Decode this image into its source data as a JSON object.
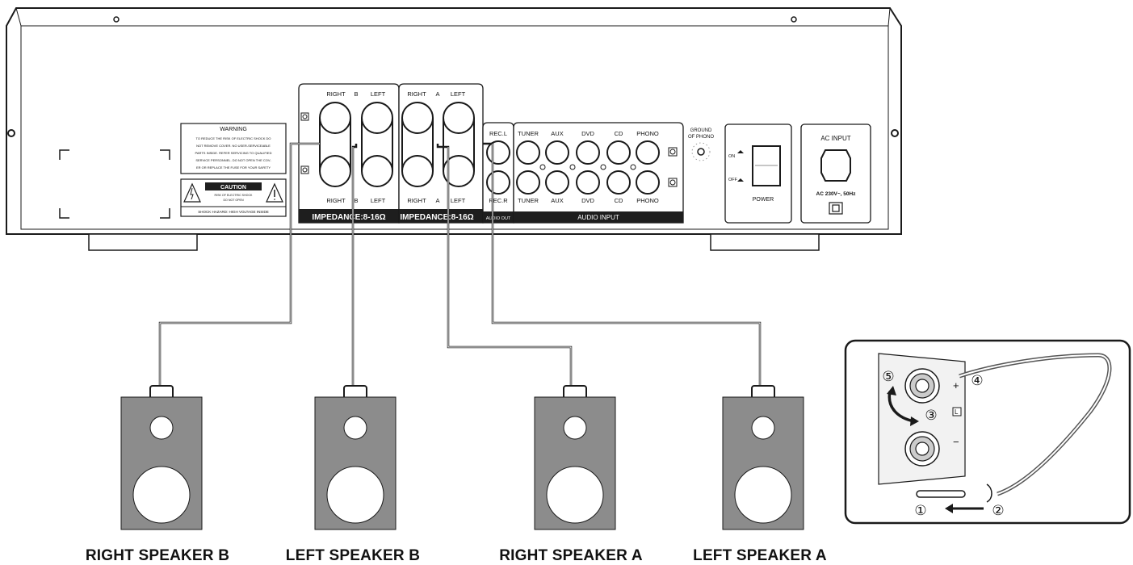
{
  "colors": {
    "line": "#1a1a1a",
    "speaker": "#8c8c8c",
    "band": "#1e1e1e",
    "panel": "#ffffff"
  },
  "warning": {
    "title": "WARNING",
    "lines": [
      "TO REDUCE THE RISK OF ELECTRIC SHOCK DO",
      "NOT REMOVE COVER. NO USER-SERVICEABLE",
      "PARTS INSIDE. REFER SERVICING TO QUALIFIED",
      "SERVICE PERSONNEL. DO NOT OPEN THE COV-",
      "ER OR REPLACE THE FUSE FOR YOUR SAFETY"
    ]
  },
  "caution": {
    "title": "CAUTION",
    "line1": "RISK OF ELECTRIC SHOCK",
    "line2": "DO NOT OPEN",
    "footer": "SHOCK HAZARD: HIGH VOLTAGE INSIDE"
  },
  "speaker_b": {
    "top_right": "RIGHT",
    "top_mid": "B",
    "top_left": "LEFT",
    "bot_right": "RIGHT",
    "bot_mid": "B",
    "bot_left": "LEFT",
    "impedance": "IMPEDANCE:8-16Ω"
  },
  "speaker_a": {
    "top_right": "RIGHT",
    "top_mid": "A",
    "top_left": "LEFT",
    "bot_right": "RIGHT",
    "bot_mid": "A",
    "bot_left": "LEFT",
    "impedance": "IMPEDANCE:8-16Ω"
  },
  "audio_out": {
    "rec_l": "REC.L",
    "rec_r": "REC.R",
    "label": "AUDIO OUT"
  },
  "audio_input": {
    "labels": [
      "TUNER",
      "AUX",
      "DVD",
      "CD",
      "PHONO"
    ],
    "label": "AUDIO INPUT"
  },
  "ground": {
    "line1": "GROUND",
    "line2": "OF PHONO"
  },
  "power": {
    "on": "ON",
    "off": "OFF",
    "label": "POWER"
  },
  "ac": {
    "title": "AC INPUT",
    "rating": "AC 230V~, 50Hz"
  },
  "speakers": [
    {
      "label": "RIGHT SPEAKER B"
    },
    {
      "label": "LEFT SPEAKER B"
    },
    {
      "label": "RIGHT SPEAKER A"
    },
    {
      "label": "LEFT SPEAKER A"
    }
  ],
  "inset": {
    "steps": [
      "①",
      "②",
      "③",
      "④",
      "⑤"
    ],
    "plus": "+",
    "minus": "−",
    "channel": "L"
  }
}
